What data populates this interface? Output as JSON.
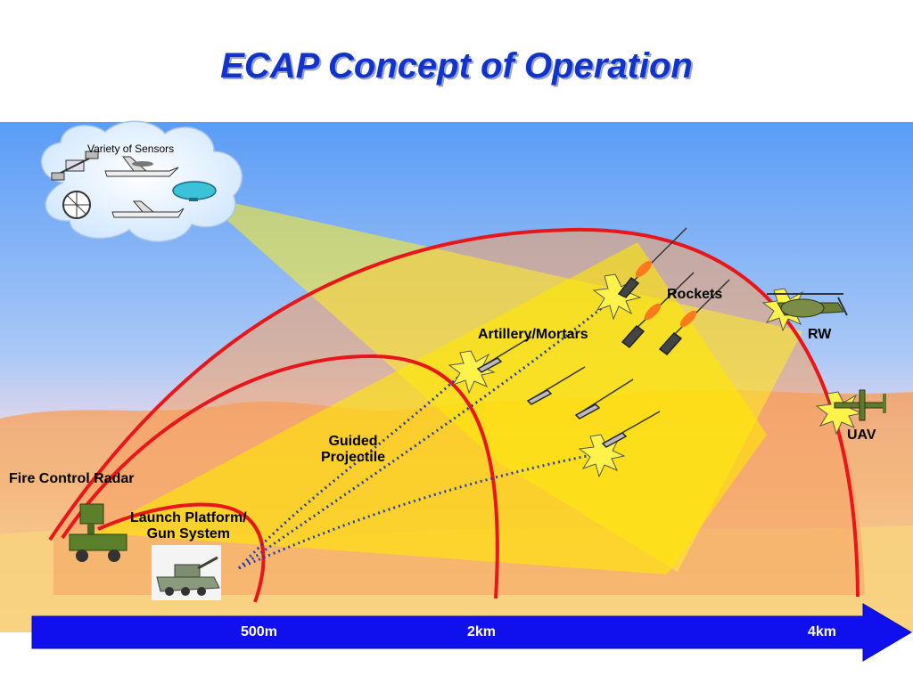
{
  "title": "ECAP Concept of Operation",
  "sensors": {
    "label": "Variety of Sensors"
  },
  "labels": {
    "fire_control_radar": "Fire Control Radar",
    "launch_platform_line1": "Launch Platform/",
    "launch_platform_line2": "Gun System",
    "guided_line1": "Guided",
    "guided_line2": "Projectile",
    "artillery": "Artillery/Mortars",
    "rockets": "Rockets",
    "rw": "RW",
    "uav": "UAV"
  },
  "range_axis": {
    "marks": [
      "500m",
      "2km",
      "4km"
    ]
  },
  "colors": {
    "title": "#1133cc",
    "arc": "#e8161b",
    "coverage": "#ffe800",
    "arrow": "#1010ee",
    "trajectory": "#2b3fb0"
  }
}
